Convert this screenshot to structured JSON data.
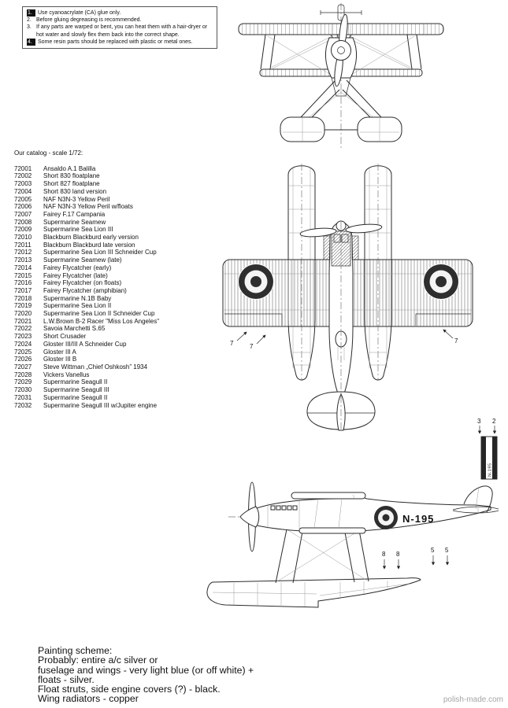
{
  "instructions": {
    "items": [
      {
        "num": "1.",
        "num_class": "num-dark",
        "text": "Use cyanoacrylate (CA) glue only."
      },
      {
        "num": "2.",
        "num_class": "",
        "text": "Before gluing degreasing is recommended."
      },
      {
        "num": "3.",
        "num_class": "",
        "text": "If any parts are warped or bent, you can heat them with a hair-dryer or hot water and slowly flex them back into the correct shape."
      },
      {
        "num": "4.",
        "num_class": "num-dark",
        "text": "Some resin parts should be replaced with plastic or metal ones."
      }
    ]
  },
  "catalog": {
    "heading": "Our catalog - scale 1/72:",
    "items": [
      {
        "code": "72001",
        "name": "Ansaldo A.1 Balilla"
      },
      {
        "code": "72002",
        "name": "Short 830 floatplane"
      },
      {
        "code": "72003",
        "name": "Short 827 floatplane"
      },
      {
        "code": "72004",
        "name": "Short 830 land version"
      },
      {
        "code": "72005",
        "name": "NAF N3N-3 Yellow Peril"
      },
      {
        "code": "72006",
        "name": "NAF N3N-3 Yellow Peril w/floats"
      },
      {
        "code": "72007",
        "name": "Fairey F.17 Campania"
      },
      {
        "code": "72008",
        "name": "Supermarine Seamew"
      },
      {
        "code": "72009",
        "name": "Supermarine Sea Lion III"
      },
      {
        "code": "72010",
        "name": "Blackburn Blackburd early version"
      },
      {
        "code": "72011",
        "name": "Blackburn Blackburd late version"
      },
      {
        "code": "72012",
        "name": "Supermarine Sea Lion III Schneider Cup"
      },
      {
        "code": "72013",
        "name": "Supermarine Seamew (late)"
      },
      {
        "code": "72014",
        "name": "Fairey Flycatcher (early)"
      },
      {
        "code": "72015",
        "name": "Fairey Flycatcher (late)"
      },
      {
        "code": "72016",
        "name": "Fairey Flycatcher (on floats)"
      },
      {
        "code": "72017",
        "name": "Fairey Flycatcher (amphibian)"
      },
      {
        "code": "72018",
        "name": "Supermarine N.1B Baby"
      },
      {
        "code": "72019",
        "name": "Supermarine Sea Lion II"
      },
      {
        "code": "72020",
        "name": "Supermarine Sea Lion II Schneider Cup"
      },
      {
        "code": "72021",
        "name": "L.W.Brown B-2 Racer \"Miss Los Angeles\""
      },
      {
        "code": "72022",
        "name": "Savoia Marchetti S.65"
      },
      {
        "code": "72023",
        "name": "Short Crusader"
      },
      {
        "code": "72024",
        "name": "Gloster III/III A Schneider Cup"
      },
      {
        "code": "72025",
        "name": "Gloster III A"
      },
      {
        "code": "72026",
        "name": "Gloster III B"
      },
      {
        "code": "72027",
        "name": "Steve Wittman „Chief Oshkosh” 1934"
      },
      {
        "code": "72028",
        "name": "Vickers Vanellus"
      },
      {
        "code": "72029",
        "name": "Supermarine Seagull II"
      },
      {
        "code": "72030",
        "name": "Supermarine Seagull III"
      },
      {
        "code": "72031",
        "name": "Supermarine Seagull II"
      },
      {
        "code": "72032",
        "name": "Supermarine Seagull III  w/Jupiter engine"
      }
    ]
  },
  "drawings": {
    "side_marking": "N-195",
    "rudder_marking": "N-195",
    "top_callouts": [
      "7",
      "7",
      "7"
    ],
    "side_callouts": [
      "8",
      "8",
      "5",
      "5"
    ],
    "rudder_callouts": [
      "3",
      "2"
    ]
  },
  "painting": {
    "lines": [
      "Painting scheme:",
      "Probably: entire a/c silver or",
      "fuselage and wings - very light blue (or off white) +",
      "floats - silver.",
      "Float struts, side engine covers (?) - black.",
      "Wing radiators - copper"
    ]
  },
  "watermark": "polish-made.com"
}
